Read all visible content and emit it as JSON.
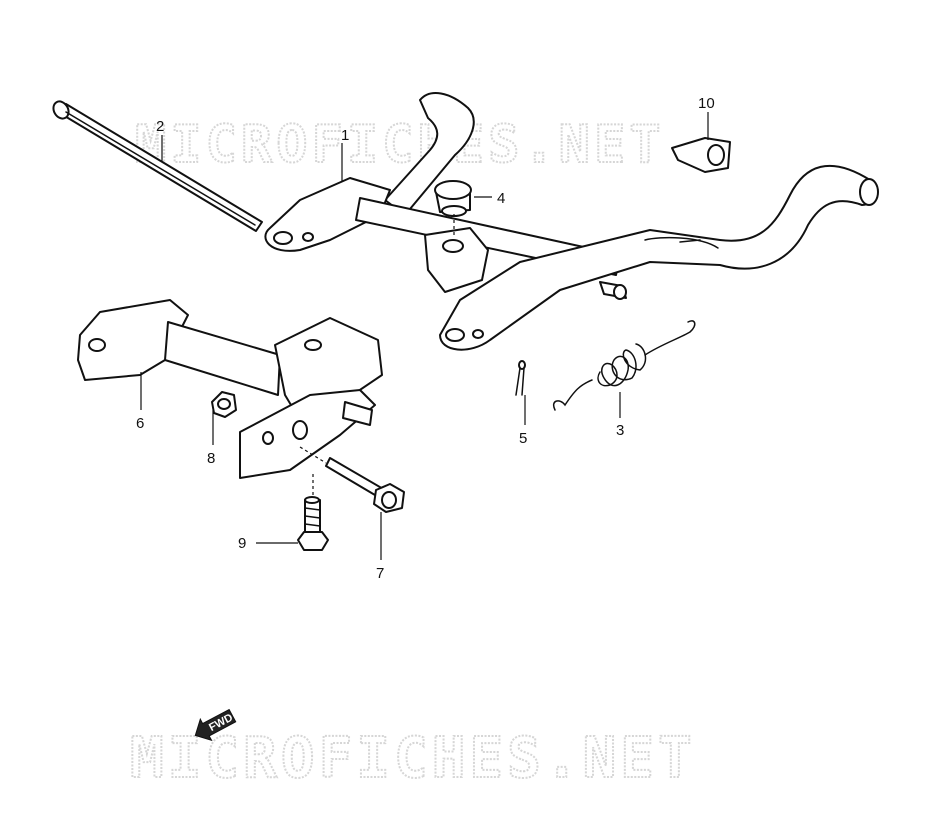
{
  "watermarks": [
    "MICROFICHES.NET",
    "MICROFICHES.NET"
  ],
  "fwd_label": "FWD",
  "callouts": [
    "1",
    "2",
    "3",
    "4",
    "5",
    "6",
    "7",
    "8",
    "9",
    "10"
  ]
}
